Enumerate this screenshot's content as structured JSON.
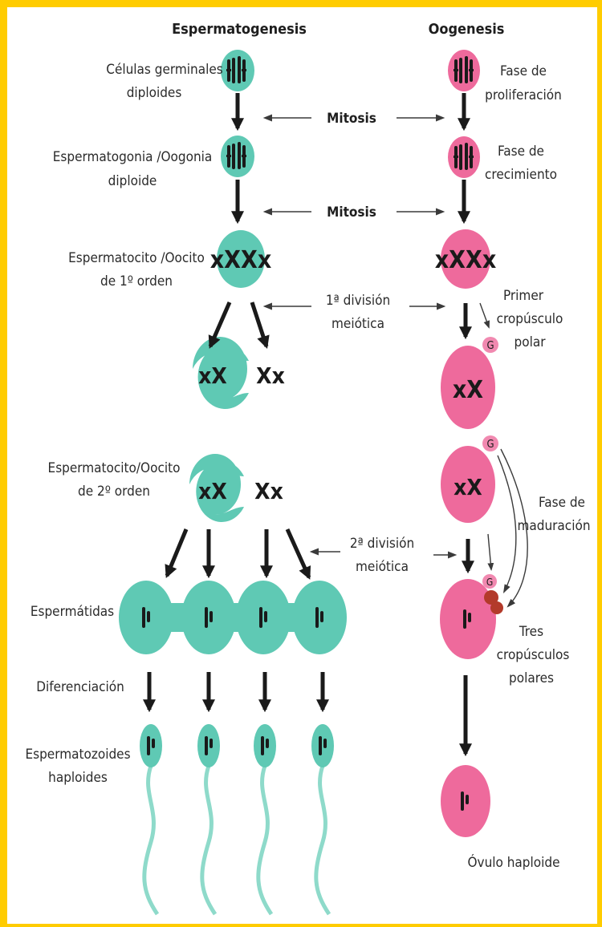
{
  "colors": {
    "border": "#FFCC00",
    "sperm_cell": "#5FC9B4",
    "sperm_tail": "#8EDACA",
    "egg_cell": "#EE6A9C",
    "egg_cell_light": "#F189B0",
    "polar_body_red": "#B33A2A",
    "chromosome": "#1a1a1a",
    "arrow": "#1a1a1a"
  },
  "headers": {
    "spermatogenesis": "Espermatogenesis",
    "oogenesis": "Oogenesis"
  },
  "left_labels": {
    "germinal_1": "Células germinales",
    "germinal_2": "diploides",
    "spermatogonia_1": "Espermatogonia /Oogonia",
    "spermatogonia_2": "diploide",
    "primary_1": "Espermatocito /Oocito",
    "primary_2": "de 1º orden",
    "secondary_1": "Espermatocito/Oocito",
    "secondary_2": "de 2º orden",
    "spermatids": "Espermátidas",
    "differentiation": "Diferenciación",
    "spermatozoa_1": "Espermatozoides",
    "spermatozoa_2": "haploides"
  },
  "middle_labels": {
    "mitosis_1": "Mitosis",
    "mitosis_2": "Mitosis",
    "meiosis1_1": "1ª división",
    "meiosis1_2": "meiótica",
    "meiosis2_1": "2ª división",
    "meiosis2_2": "meiótica"
  },
  "right_labels": {
    "proliferation_1": "Fase de",
    "proliferation_2": "proliferación",
    "growth_1": "Fase de",
    "growth_2": "crecimiento",
    "first_polar_1": "Primer",
    "first_polar_2": "cropúsculo",
    "first_polar_3": "polar",
    "maturation_1": "Fase de",
    "maturation_2": "maduración",
    "three_polar_1": "Tres",
    "three_polar_2": "cropúsculos",
    "three_polar_3": "polares",
    "ovum": "Óvulo haploide"
  }
}
